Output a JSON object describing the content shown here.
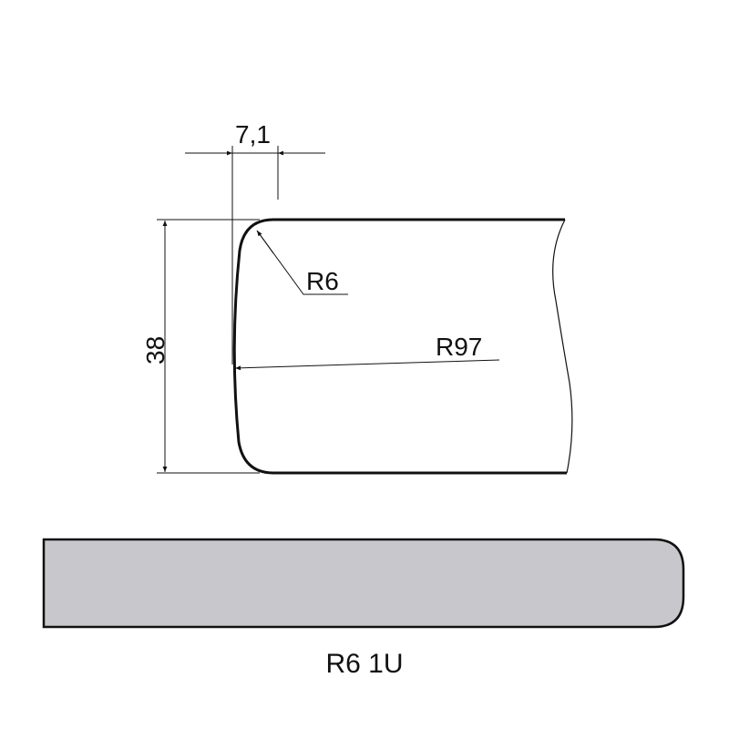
{
  "diagram": {
    "dimensions": {
      "offset": "7,1",
      "height": "38",
      "corner_radius": "R6",
      "edge_radius": "R97"
    },
    "profile_label": "R6 1U",
    "colors": {
      "line": "#111111",
      "profile_fill": "#c8c8cc"
    }
  }
}
